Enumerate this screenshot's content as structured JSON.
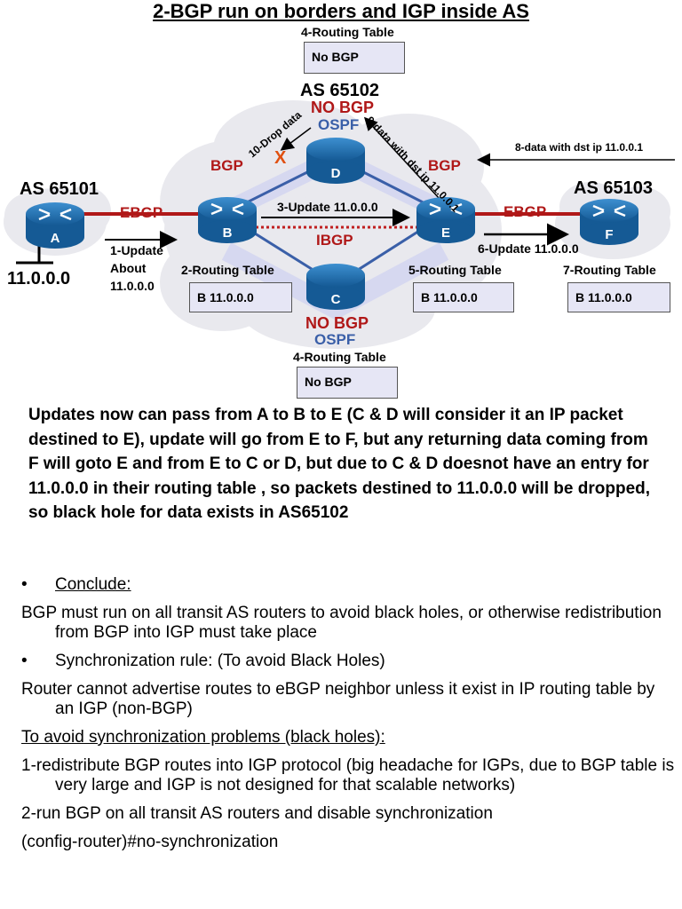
{
  "title": "2-BGP run on borders and IGP inside AS",
  "as": {
    "left": "AS 65101",
    "middle": "AS 65102",
    "right": "AS 65103"
  },
  "routers": {
    "a": "A",
    "b": "B",
    "c": "C",
    "d": "D",
    "e": "E",
    "f": "F"
  },
  "network": "11.0.0.0",
  "tables": {
    "top_title": "4-Routing Table",
    "top_value": "No BGP",
    "bottom_title": "4-Routing Table",
    "bottom_value": "No BGP",
    "b_title": "2-Routing Table",
    "b_value": "B 11.0.0.0",
    "e_title": "5-Routing Table",
    "e_value": "B 11.0.0.0",
    "f_title": "7-Routing Table",
    "f_value": "B 11.0.0.0"
  },
  "labels": {
    "no_bgp_d": "NO BGP",
    "ospf_d": "OSPF",
    "no_bgp_c": "NO BGP",
    "ospf_c": "OSPF",
    "bgp_b": "BGP",
    "bgp_e": "BGP",
    "ebgp_left": "EBGP",
    "ebgp_right": "EBGP",
    "ibgp": "IBGP",
    "update_1_line1": "1-Update",
    "update_1_line2": "About",
    "update_1_line3": "11.0.0.0",
    "update_3": "3-Update 11.0.0.0",
    "update_6": "6-Update 11.0.0.0",
    "data_8": "8-data with dst ip 11.0.0.1",
    "data_9": "9-data with dst ip 11.0.0.1",
    "drop_10": "10-Drop data",
    "drop_mark": "X"
  },
  "paragraph": "Updates now can pass from A to B to E (C & D will consider it an IP packet destined to E), update will go from E to F, but any returning data coming from F will goto E and from E to C or D, but due to C & D doesnot have an entry for 11.0.0.0 in their routing table , so packets destined to 11.0.0.0 will be dropped, so black hole for data exists in AS65102",
  "notes": {
    "bullet": "•",
    "conclude": "Conclude:",
    "conclusion": "BGP must run on all transit AS routers to avoid black holes, or otherwise redistribution from BGP into IGP must take place",
    "sync_rule": "Synchronization rule: (To avoid Black Holes)",
    "sync_text": "Router cannot advertise routes to eBGP neighbor unless it exist in IP routing table by an IGP (non-BGP)",
    "avoid_heading": "To avoid synchronization problems (black holes):",
    "option1": "1-redistribute BGP routes into IGP protocol (big headache for IGPs, due to BGP table is very large and IGP is not designed for that scalable networks)",
    "option2": "2-run BGP on all transit AS routers and disable synchronization",
    "command": "(config-router)#no-synchronization"
  },
  "colors": {
    "router": "#1f6fb2",
    "ebgp_link": "#b01818",
    "ibgp_link": "#c02020",
    "ospf_link": "#3a5fa8",
    "bgp_label": "#b01818",
    "ospf_label": "#3a5fa8",
    "cloud": "#e9e9ee",
    "drop_mark": "#e05010"
  }
}
